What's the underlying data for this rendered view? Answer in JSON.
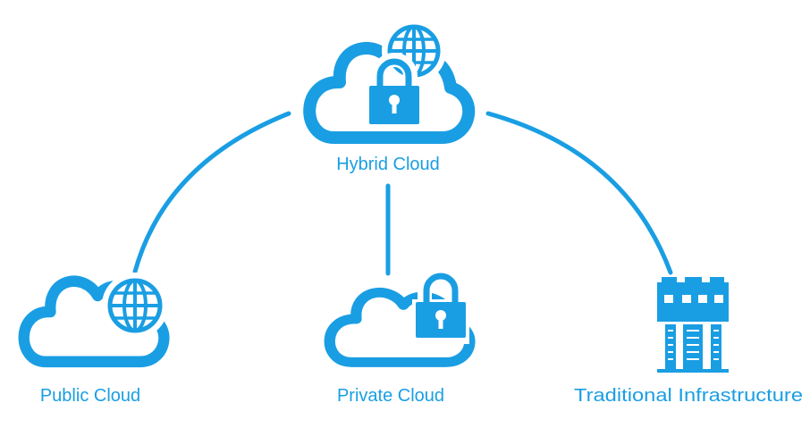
{
  "diagram": {
    "accent_color": "#1a9ee3",
    "background_color": "#ffffff",
    "nodes": {
      "hybrid_cloud": {
        "label": "Hybrid Cloud",
        "icons": [
          "cloud-icon",
          "globe-icon",
          "lock-icon"
        ]
      },
      "public_cloud": {
        "label": "Public Cloud",
        "icons": [
          "cloud-icon",
          "globe-icon"
        ]
      },
      "private_cloud": {
        "label": "Private Cloud",
        "icons": [
          "cloud-icon",
          "lock-icon"
        ]
      },
      "traditional_infrastructure": {
        "label": "Traditional Infrastructure",
        "icons": [
          "building-icon"
        ]
      }
    },
    "edges": [
      {
        "from": "hybrid_cloud",
        "to": "public_cloud"
      },
      {
        "from": "hybrid_cloud",
        "to": "private_cloud"
      },
      {
        "from": "hybrid_cloud",
        "to": "traditional_infrastructure"
      }
    ]
  }
}
